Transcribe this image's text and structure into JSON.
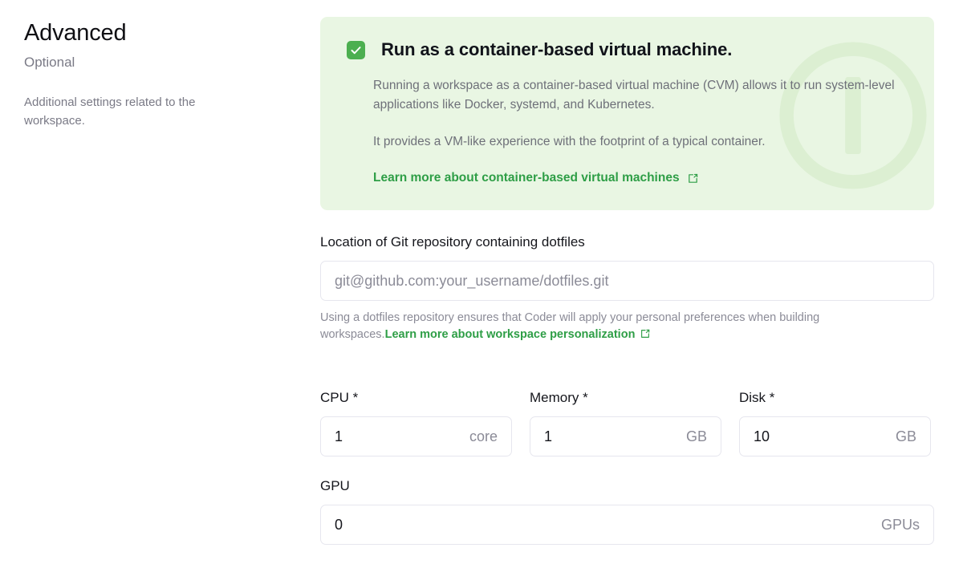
{
  "sidebar": {
    "title": "Advanced",
    "subtitle": "Optional",
    "description": "Additional settings related to the workspace."
  },
  "callout": {
    "checkbox_checked": true,
    "title": "Run as a container-based virtual machine.",
    "paragraph_1": "Running a workspace as a container-based virtual machine (CVM) allows it to run system-level applications like Docker, systemd, and Kubernetes.",
    "paragraph_2": "It provides a VM-like experience with the footprint of a typical container.",
    "link_label": "Learn more about container-based virtual machines",
    "link_icon": "external-link-icon",
    "watermark_icon": "info-circle-icon",
    "background_color": "#e9f6e3",
    "accent_color": "#4caf50",
    "link_color": "#2e9e46"
  },
  "dotfiles": {
    "label": "Location of Git repository containing dotfiles",
    "value": "",
    "placeholder": "git@github.com:your_username/dotfiles.git",
    "helper_text": "Using a dotfiles repository ensures that Coder will apply your personal preferences when building workspaces.",
    "helper_link_label": "Learn more about workspace personalization",
    "helper_link_icon": "external-link-icon"
  },
  "resources": [
    {
      "label": "CPU *",
      "value": "1",
      "suffix": "core",
      "name": "cpu"
    },
    {
      "label": "Memory *",
      "value": "1",
      "suffix": "GB",
      "name": "memory"
    },
    {
      "label": "Disk *",
      "value": "10",
      "suffix": "GB",
      "name": "disk"
    }
  ],
  "gpu": {
    "label": "GPU",
    "value": "0",
    "suffix": "GPUs"
  }
}
